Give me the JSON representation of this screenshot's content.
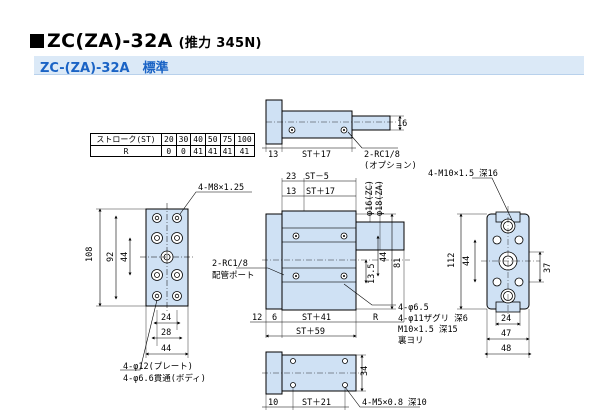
{
  "title": {
    "main": "ZC(ZA)-32A",
    "thrust": "(推力 345N)"
  },
  "subtitle": "ZC-(ZA)-32A　標準",
  "stroke_table": {
    "header_label": "ストローク(ST)",
    "strokes": [
      "20",
      "30",
      "40",
      "50",
      "75",
      "100"
    ],
    "r_label": "R",
    "r_values": [
      "0",
      "0",
      "41",
      "41",
      "41",
      "41"
    ]
  },
  "labels": {
    "m8": "4-M8×1.25",
    "d108": "108",
    "d92": "92",
    "d44a": "44",
    "d24a": "24",
    "d28": "28",
    "d44b": "44",
    "plate_hole": "4-φ12(プレート)",
    "body_hole": "4-φ6.6貫通(ボディ)",
    "top_13": "13",
    "top_st17": "ST＋17",
    "top_16": "16",
    "rc18_top": "2-RC1/8",
    "option": "(オプション)",
    "st_minus5": "ST－5",
    "d23": "23",
    "d13b": "13",
    "st17b": "ST＋17",
    "phi16": "φ16(ZC)",
    "phi18": "φ18(ZA)",
    "d44c": "44",
    "d81": "81",
    "d135": "13.5",
    "rc18_side": "2-RC1/8",
    "piping": "配管ポート",
    "phi65": "4-φ6.5",
    "phi11": "4-φ11ザグリ 深6",
    "m10_side": "M10×1.5 深15",
    "back": "裏ヨリ",
    "d12": "12",
    "d6": "6",
    "st41": "ST＋41",
    "r": "R",
    "st59": "ST＋59",
    "m10_right": "4-M10×1.5 深16",
    "d112": "112",
    "d44d": "44",
    "d37": "37",
    "d24b": "24",
    "d47": "47",
    "d48": "48",
    "d34": "34",
    "d10": "10",
    "st21": "ST＋21",
    "m5": "4-M5×0.8 深10"
  },
  "colors": {
    "body": "#cfe1f4",
    "accent": "#1a63c5",
    "line": "#000000"
  }
}
